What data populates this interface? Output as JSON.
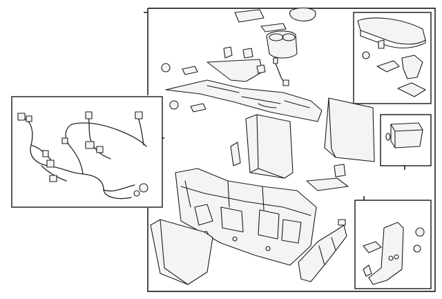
{
  "diagram": {
    "type": "exploded-parts-view",
    "callout_labels": [],
    "insets": [
      "wiring-harness",
      "armrest-lid",
      "storage-bin",
      "trim-panel"
    ]
  },
  "colors": {
    "line": "#1a1a1a",
    "background": "#ffffff",
    "part_fill": "#f4f4f4"
  }
}
